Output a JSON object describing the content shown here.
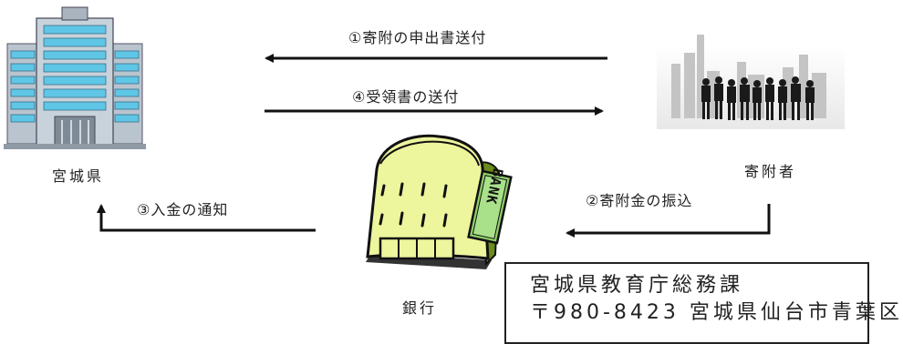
{
  "actors": {
    "prefecture": "宮城県",
    "donor": "寄附者",
    "bank": "銀行"
  },
  "steps": {
    "step1": "①寄附の申出書送付",
    "step2": "②寄附金の振込",
    "step3": "③入金の通知",
    "step4": "④受領書の送付"
  },
  "bank_sign": "BANK",
  "info_box": {
    "line1": "宮城県教育庁総務課",
    "line2": "〒980-8423 宮城県仙台市青葉区"
  }
}
